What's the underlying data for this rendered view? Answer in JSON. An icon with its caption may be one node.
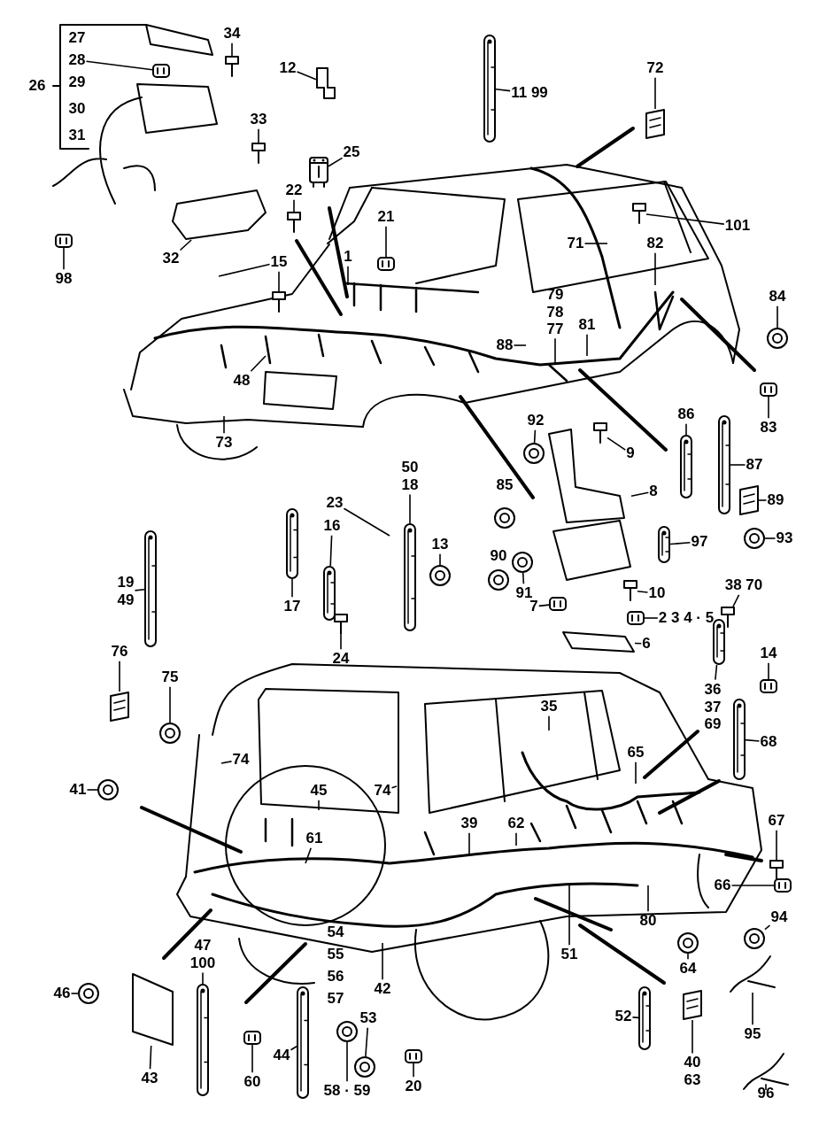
{
  "diagram": {
    "nodes": [
      {
        "text": [
          "28"
        ]
      },
      {
        "text": [
          "34"
        ]
      },
      {
        "text": [
          "12"
        ]
      },
      {
        "text": [
          "11 99"
        ]
      },
      {
        "text": [
          "72"
        ]
      },
      {
        "text": [
          "33"
        ]
      },
      {
        "text": [
          "25"
        ]
      },
      {
        "text": [
          "22"
        ]
      },
      {
        "text": [
          "21"
        ]
      },
      {
        "text": [
          "101"
        ]
      },
      {
        "text": [
          "71"
        ]
      },
      {
        "text": [
          "82"
        ]
      },
      {
        "text": [
          "1"
        ]
      },
      {
        "text": [
          "15"
        ]
      },
      {
        "text": [
          "32"
        ]
      },
      {
        "text": [
          "98"
        ]
      },
      {
        "text": [
          "79 78 77"
        ]
      },
      {
        "text": [
          "88"
        ]
      },
      {
        "text": [
          "81"
        ]
      },
      {
        "text": [
          "84"
        ]
      },
      {
        "text": [
          "48"
        ]
      },
      {
        "text": [
          "73"
        ]
      },
      {
        "text": [
          "83"
        ]
      },
      {
        "text": [
          "92"
        ]
      },
      {
        "text": [
          "9"
        ]
      },
      {
        "text": [
          "86"
        ]
      },
      {
        "text": [
          "87"
        ]
      },
      {
        "text": [
          "50 18"
        ]
      },
      {
        "text": [
          "23"
        ]
      },
      {
        "text": [
          "8"
        ]
      },
      {
        "text": [
          "89"
        ]
      },
      {
        "text": [
          "16"
        ]
      },
      {
        "text": [
          "13"
        ]
      },
      {
        "text": [
          "97"
        ]
      },
      {
        "text": [
          "93"
        ]
      },
      {
        "text": [
          "91"
        ]
      },
      {
        "text": [
          "10"
        ]
      },
      {
        "text": [
          "38 70"
        ]
      },
      {
        "text": [
          "17"
        ]
      },
      {
        "text": [
          "19 49"
        ]
      },
      {
        "text": [
          "7"
        ]
      },
      {
        "text": [
          "2 3 4 · 5"
        ]
      },
      {
        "text": [
          "6"
        ]
      },
      {
        "text": [
          "24"
        ]
      },
      {
        "text": [
          "76"
        ]
      },
      {
        "text": [
          "14"
        ]
      },
      {
        "text": [
          "75"
        ]
      },
      {
        "text": [
          "36 37 69"
        ]
      },
      {
        "text": [
          "35"
        ]
      },
      {
        "text": [
          "68"
        ]
      },
      {
        "text": [
          "65"
        ]
      },
      {
        "text": [
          "74"
        ]
      },
      {
        "text": [
          "41"
        ]
      },
      {
        "text": [
          "45"
        ]
      },
      {
        "text": [
          "74"
        ]
      },
      {
        "text": [
          "39"
        ]
      },
      {
        "text": [
          "62"
        ]
      },
      {
        "text": [
          "67"
        ]
      },
      {
        "text": [
          "61"
        ]
      },
      {
        "text": [
          "66"
        ]
      },
      {
        "text": [
          "80"
        ]
      },
      {
        "text": [
          "94"
        ]
      },
      {
        "text": [
          "42"
        ]
      },
      {
        "text": [
          "47 100"
        ]
      },
      {
        "text": [
          "51"
        ]
      },
      {
        "text": [
          "64"
        ]
      },
      {
        "text": [
          "46"
        ]
      },
      {
        "text": [
          "52"
        ]
      },
      {
        "text": [
          "53"
        ]
      },
      {
        "text": [
          "95"
        ]
      },
      {
        "text": [
          "44"
        ]
      },
      {
        "text": [
          "40 63"
        ]
      },
      {
        "text": [
          "43"
        ]
      },
      {
        "text": [
          "60"
        ]
      },
      {
        "text": [
          "58 · 59"
        ]
      },
      {
        "text": [
          "20"
        ]
      },
      {
        "text": [
          "96"
        ]
      },
      {
        "text": [],
        "shape": "picture"
      },
      {
        "text": [],
        "shape": "picture"
      },
      {
        "text": [],
        "shape": "picture"
      },
      {
        "text": [],
        "shape": "picture"
      },
      {
        "text": [],
        "shape": "picture"
      },
      {
        "text": [],
        "shape": "picture"
      },
      {
        "text": [],
        "shape": "picture"
      },
      {
        "text": [],
        "shape": "picture"
      },
      {
        "text": [],
        "shape": "picture"
      },
      {
        "text": [],
        "shape": "picture"
      },
      {
        "text": [],
        "shape": "picture"
      },
      {
        "text": [],
        "shape": "picture"
      },
      {
        "text": [],
        "shape": "picture"
      },
      {
        "text": [],
        "shape": "picture"
      },
      {
        "text": [],
        "shape": "picture"
      },
      {
        "text": [],
        "shape": "picture"
      },
      {
        "text": [],
        "shape": "picture"
      },
      {
        "text": [],
        "shape": "picture"
      },
      {
        "text": [],
        "shape": "picture"
      },
      {
        "text": [],
        "shape": "picture"
      },
      {
        "text": [],
        "shape": "picture"
      },
      {
        "text": [],
        "shape": "picture"
      },
      {
        "text": [],
        "shape": "picture"
      },
      {
        "text": [],
        "shape": "picture"
      },
      {
        "text": [],
        "shape": "picture"
      },
      {
        "text": [],
        "shape": "picture"
      },
      {
        "text": [],
        "shape": "picture"
      },
      {
        "text": [],
        "shape": "picture"
      },
      {
        "text": [],
        "shape": "picture"
      },
      {
        "text": [],
        "shape": "picture"
      },
      {
        "text": [],
        "shape": "picture"
      },
      {
        "text": [],
        "shape": "picture"
      },
      {
        "text": [],
        "shape": "picture"
      },
      {
        "text": [],
        "shape": "picture"
      },
      {
        "text": [],
        "shape": "picture"
      },
      {
        "text": [],
        "shape": "picture"
      },
      {
        "text": [],
        "shape": "picture"
      },
      {
        "text": [],
        "shape": "picture"
      },
      {
        "text": [],
        "shape": "picture"
      },
      {
        "text": [],
        "shape": "picture"
      },
      {
        "text": [],
        "shape": "picture"
      },
      {
        "text": [],
        "shape": "picture"
      },
      {
        "text": [],
        "shape": "picture"
      },
      {
        "text": [],
        "shape": "picture"
      },
      {
        "text": [],
        "shape": "picture"
      },
      {
        "text": [],
        "shape": "picture"
      },
      {
        "text": [],
        "shape": "picture"
      },
      {
        "text": [],
        "shape": "picture"
      },
      {
        "text": [],
        "shape": "picture"
      },
      {
        "text": [],
        "shape": "picture"
      },
      {
        "text": [],
        "shape": "picture"
      },
      {
        "text": [],
        "shape": "box"
      },
      {
        "text": [],
        "shape": "picture"
      },
      {
        "text": [],
        "shape": "picture"
      },
      {
        "text": [],
        "shape": "picture"
      },
      {
        "text": [],
        "shape": "picture"
      },
      {
        "text": [],
        "shape": "picture"
      }
    ],
    "edges": [
      {
        "from": 0,
        "to": 133,
        "arrow": "none"
      },
      {
        "from": 1,
        "to": 77,
        "arrow": "none"
      },
      {
        "from": 2,
        "to": 78,
        "arrow": "none"
      },
      {
        "from": 3,
        "to": 79,
        "arrow": "none"
      },
      {
        "from": 4,
        "to": 80,
        "arrow": "none"
      },
      {
        "from": 5,
        "to": 81,
        "arrow": "none"
      },
      {
        "from": 6,
        "to": 82,
        "arrow": "none"
      },
      {
        "from": 7,
        "to": 83,
        "arrow": "none"
      },
      {
        "from": 8,
        "to": 84,
        "arrow": "none"
      },
      {
        "from": 9,
        "to": 85,
        "arrow": "none"
      },
      {
        "from": 10,
        "to": null,
        "arrow": "none"
      },
      {
        "from": 11,
        "to": null,
        "arrow": "none"
      },
      {
        "from": 12,
        "to": null,
        "arrow": "none"
      },
      {
        "from": 13,
        "to": 86,
        "arrow": "none"
      },
      {
        "from": 13,
        "to": null,
        "arrow": "none"
      },
      {
        "from": 14,
        "to": 87,
        "arrow": "none"
      },
      {
        "from": 15,
        "to": 88,
        "arrow": "none"
      },
      {
        "from": 16,
        "to": null,
        "arrow": "none"
      },
      {
        "from": 17,
        "to": null,
        "arrow": "none"
      },
      {
        "from": 18,
        "to": null,
        "arrow": "none"
      },
      {
        "from": 19,
        "to": 89,
        "arrow": "none"
      },
      {
        "from": 20,
        "to": null,
        "arrow": "none"
      },
      {
        "from": 21,
        "to": null,
        "arrow": "none"
      },
      {
        "from": 22,
        "to": 90,
        "arrow": "none"
      },
      {
        "from": 23,
        "to": 91,
        "arrow": "none"
      },
      {
        "from": 24,
        "to": 92,
        "arrow": "none"
      },
      {
        "from": 25,
        "to": 93,
        "arrow": "none"
      },
      {
        "from": 26,
        "to": 94,
        "arrow": "none"
      },
      {
        "from": 27,
        "to": 95,
        "arrow": "none"
      },
      {
        "from": 28,
        "to": null,
        "arrow": "none"
      },
      {
        "from": 29,
        "to": 96,
        "arrow": "none"
      },
      {
        "from": 30,
        "to": 97,
        "arrow": "none"
      },
      {
        "from": 31,
        "to": 98,
        "arrow": "none"
      },
      {
        "from": 32,
        "to": 99,
        "arrow": "none"
      },
      {
        "from": 33,
        "to": 100,
        "arrow": "none"
      },
      {
        "from": 34,
        "to": 101,
        "arrow": "none"
      },
      {
        "from": 35,
        "to": 102,
        "arrow": "none"
      },
      {
        "from": 36,
        "to": 103,
        "arrow": "none"
      },
      {
        "from": 37,
        "to": 104,
        "arrow": "none"
      },
      {
        "from": 38,
        "to": 105,
        "arrow": "none"
      },
      {
        "from": 39,
        "to": 106,
        "arrow": "none"
      },
      {
        "from": 40,
        "to": 107,
        "arrow": "none"
      },
      {
        "from": 41,
        "to": 108,
        "arrow": "none"
      },
      {
        "from": 42,
        "to": 109,
        "arrow": "none"
      },
      {
        "from": 43,
        "to": 110,
        "arrow": "none"
      },
      {
        "from": 44,
        "to": 111,
        "arrow": "none"
      },
      {
        "from": 45,
        "to": 112,
        "arrow": "none"
      },
      {
        "from": 46,
        "to": 113,
        "arrow": "none"
      },
      {
        "from": 47,
        "to": 114,
        "arrow": "none"
      },
      {
        "from": 48,
        "to": null,
        "arrow": "none"
      },
      {
        "from": 49,
        "to": 115,
        "arrow": "none"
      },
      {
        "from": 50,
        "to": null,
        "arrow": "none"
      },
      {
        "from": 51,
        "to": null,
        "arrow": "none"
      },
      {
        "from": 52,
        "to": 116,
        "arrow": "none"
      },
      {
        "from": 53,
        "to": null,
        "arrow": "none"
      },
      {
        "from": 54,
        "to": null,
        "arrow": "none"
      },
      {
        "from": 55,
        "to": null,
        "arrow": "none"
      },
      {
        "from": 56,
        "to": null,
        "arrow": "none"
      },
      {
        "from": 57,
        "to": 117,
        "arrow": "none"
      },
      {
        "from": 58,
        "to": null,
        "arrow": "none"
      },
      {
        "from": 59,
        "to": 118,
        "arrow": "none"
      },
      {
        "from": 60,
        "to": null,
        "arrow": "none"
      },
      {
        "from": 61,
        "to": 119,
        "arrow": "none"
      },
      {
        "from": 62,
        "to": null,
        "arrow": "none"
      },
      {
        "from": 63,
        "to": 120,
        "arrow": "none"
      },
      {
        "from": 64,
        "to": null,
        "arrow": "none"
      },
      {
        "from": 65,
        "to": 121,
        "arrow": "none"
      },
      {
        "from": 66,
        "to": 122,
        "arrow": "none"
      },
      {
        "from": 67,
        "to": 123,
        "arrow": "none"
      },
      {
        "from": 68,
        "to": 124,
        "arrow": "none"
      },
      {
        "from": 69,
        "to": 125,
        "arrow": "none"
      },
      {
        "from": 70,
        "to": 126,
        "arrow": "none"
      },
      {
        "from": 71,
        "to": 127,
        "arrow": "none"
      },
      {
        "from": 72,
        "to": 128,
        "arrow": "none"
      },
      {
        "from": 73,
        "to": 129,
        "arrow": "none"
      },
      {
        "from": 74,
        "to": 130,
        "arrow": "none"
      },
      {
        "from": 75,
        "to": 131,
        "arrow": "none"
      },
      {
        "from": 76,
        "to": 132,
        "arrow": "none"
      }
    ],
    "labels": [
      "26",
      "27",
      "29",
      "30",
      "31",
      "85",
      "90",
      "54",
      "55",
      "56",
      "57"
    ]
  }
}
